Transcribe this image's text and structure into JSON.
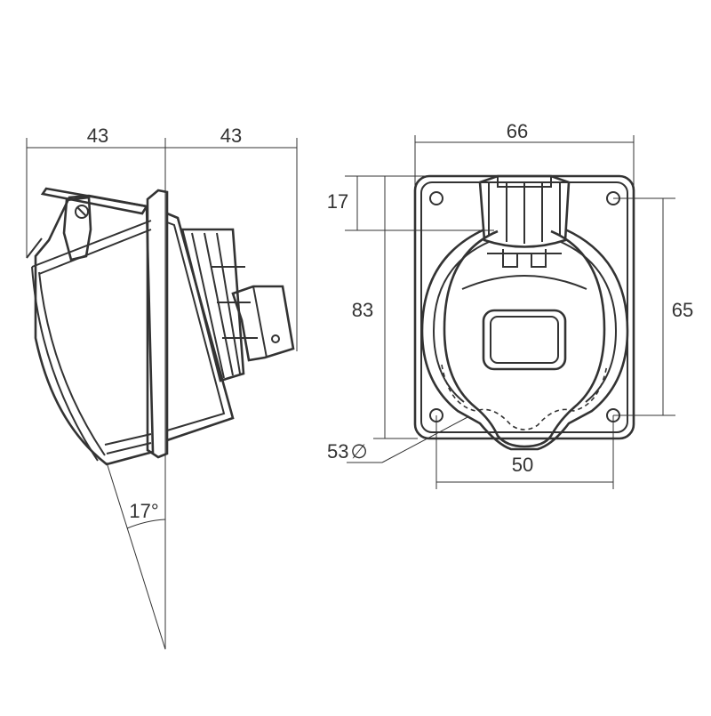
{
  "dimensions": {
    "side_depth_rear": "43",
    "side_depth_front": "43",
    "tilt_angle": "17°",
    "front_width": "66",
    "flap_height": "17",
    "front_height": "83",
    "hole_vertical_spacing": "65",
    "cutout_diameter": "53",
    "hole_horizontal_spacing": "50"
  },
  "symbols": {
    "diameter": "∅"
  },
  "colors": {
    "line": "#333333",
    "background": "#ffffff"
  }
}
